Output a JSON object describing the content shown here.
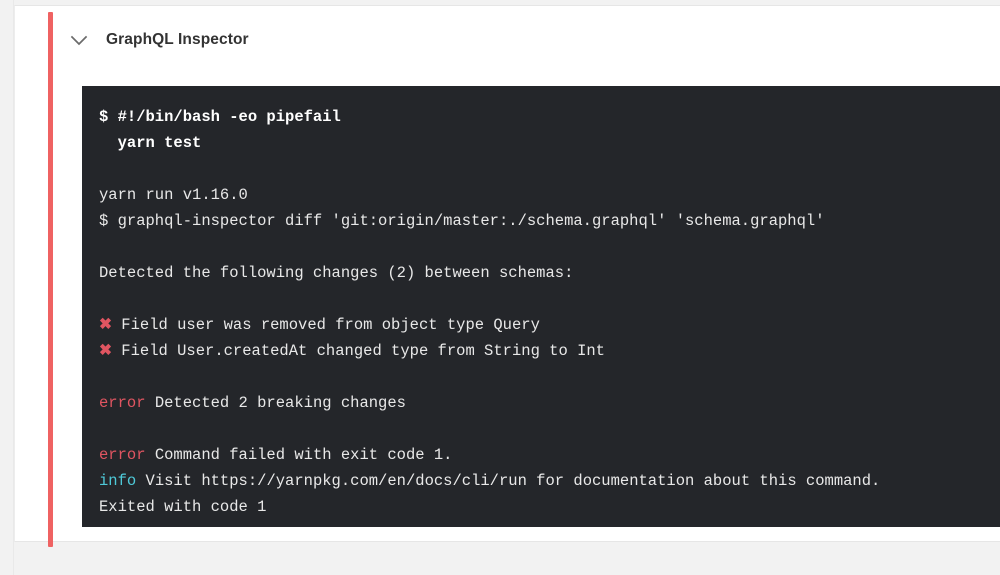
{
  "page": {
    "background": "#f2f2f2"
  },
  "card": {
    "status_color": "#ef6262",
    "title": "GraphQL Inspector",
    "collapse_icon": "chevron-down-icon"
  },
  "terminal": {
    "background": "#24262a",
    "default_text_color": "#e8e8e8",
    "error_color": "#e05561",
    "info_color": "#4ec9d8",
    "lines": [
      {
        "type": "command",
        "bold": true,
        "text": "$ #!/bin/bash -eo pipefail"
      },
      {
        "type": "command",
        "bold": true,
        "text": "  yarn test"
      },
      {
        "type": "blank",
        "text": ""
      },
      {
        "type": "output",
        "text": "yarn run v1.16.0"
      },
      {
        "type": "output",
        "text": "$ graphql-inspector diff 'git:origin/master:./schema.graphql' 'schema.graphql'"
      },
      {
        "type": "blank",
        "text": ""
      },
      {
        "type": "output",
        "text": "Detected the following changes (2) between schemas:"
      },
      {
        "type": "blank",
        "text": ""
      },
      {
        "type": "change",
        "marker": "✖",
        "text": " Field user was removed from object type Query"
      },
      {
        "type": "change",
        "marker": "✖",
        "text": " Field User.createdAt changed type from String to Int"
      },
      {
        "type": "blank",
        "text": ""
      },
      {
        "type": "error",
        "label": "error",
        "text": " Detected 2 breaking changes"
      },
      {
        "type": "blank",
        "text": ""
      },
      {
        "type": "error",
        "label": "error",
        "text": " Command failed with exit code 1."
      },
      {
        "type": "info",
        "label": "info",
        "text": " Visit https://yarnpkg.com/en/docs/cli/run for documentation about this command."
      },
      {
        "type": "output",
        "text": "Exited with code 1"
      }
    ]
  }
}
